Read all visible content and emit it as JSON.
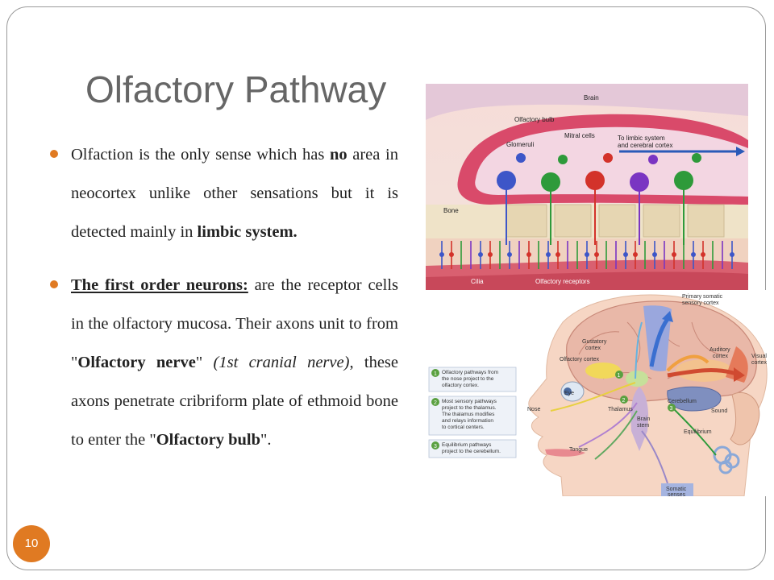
{
  "slide": {
    "title": "Olfactory Pathway",
    "page_number": "10",
    "accent_color": "#e07a22"
  },
  "bullets": [
    {
      "parts": [
        "Olfaction is the only sense which has ",
        "no",
        " area in neocortex unlike other sensations but it is detected mainly in ",
        "limbic system."
      ]
    },
    {
      "parts": [
        "The first order neurons:",
        " are the receptor cells in the olfactory mucosa. Their axons unit to from \"",
        "Olfactory nerve",
        "\" ",
        "(1st cranial nerve)",
        ", these axons penetrate cribriform plate of ethmoid bone to enter the \"",
        "Olfactory bulb",
        "\"."
      ]
    }
  ],
  "figure_top": {
    "labels": {
      "brain": "Brain",
      "olfactory_bulb": "Olfactory bulb",
      "mitral_cells": "Mitral cells",
      "glomeruli": "Glomeruli",
      "to_limbic_1": "To limbic system",
      "to_limbic_2": "and cerebral cortex",
      "bone": "Bone",
      "cilia": "Cilia",
      "receptors": "Olfactory receptors"
    }
  },
  "figure_bottom": {
    "labels": {
      "primary_somatic_1": "Primary somatic",
      "primary_somatic_2": "sensory cortex",
      "gustatory_1": "Gustatory",
      "gustatory_2": "cortex",
      "olfactory_cortex": "Olfactory cortex",
      "auditory_1": "Auditory",
      "auditory_2": "cortex",
      "visual_1": "Visual",
      "visual_2": "cortex",
      "eye": "Eye",
      "nose": "Nose",
      "thalamus": "Thalamus",
      "cerebellum": "Cerebellum",
      "brain_1": "Brain",
      "brain_2": "stem",
      "sound": "Sound",
      "equilibrium": "Equilibrium",
      "tongue": "Tongue",
      "somatic_1": "Somatic",
      "somatic_2": "senses"
    },
    "legend": [
      {
        "num": "1",
        "lines": [
          "Olfactory pathways from",
          "the nose project to the",
          "olfactory cortex."
        ]
      },
      {
        "num": "2",
        "lines": [
          "Most sensory pathways",
          "project to the thalamus.",
          "The thalamus modifies",
          "and relays information",
          "to cortical centers."
        ]
      },
      {
        "num": "3",
        "lines": [
          "Equilibrium pathways",
          "project to the cerebellum."
        ]
      }
    ]
  }
}
